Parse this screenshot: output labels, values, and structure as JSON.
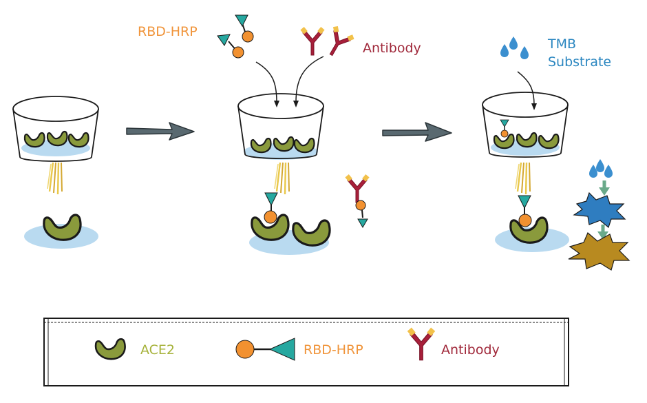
{
  "labels": {
    "rbd_hrp": "RBD-HRP",
    "antibody": "Antibody",
    "tmb_line1": "TMB",
    "tmb_line2": "Substrate"
  },
  "legend": {
    "ace2": "ACE2",
    "rbd_hrp": "RBD-HRP",
    "antibody": "Antibody"
  },
  "colors": {
    "rbd_hrp_text": "#f0943a",
    "antibody_text": "#a0283a",
    "tmb_text": "#2a86c0",
    "ace2_text": "#a6b23a",
    "ace2_fill": "#8a9a3c",
    "hrp_orange": "#f29130",
    "teal": "#26a8a0",
    "antibody_red": "#a81f3a",
    "antibody_tip": "#f2c14a",
    "liquid": "#b9daf0",
    "drop": "#3b8fcf",
    "arrow": "#596970",
    "burst_blue": "#2f7dc0",
    "burst_gold": "#b88a20",
    "beam": "#e9c84a",
    "green_arrow": "#6aaa8a"
  }
}
